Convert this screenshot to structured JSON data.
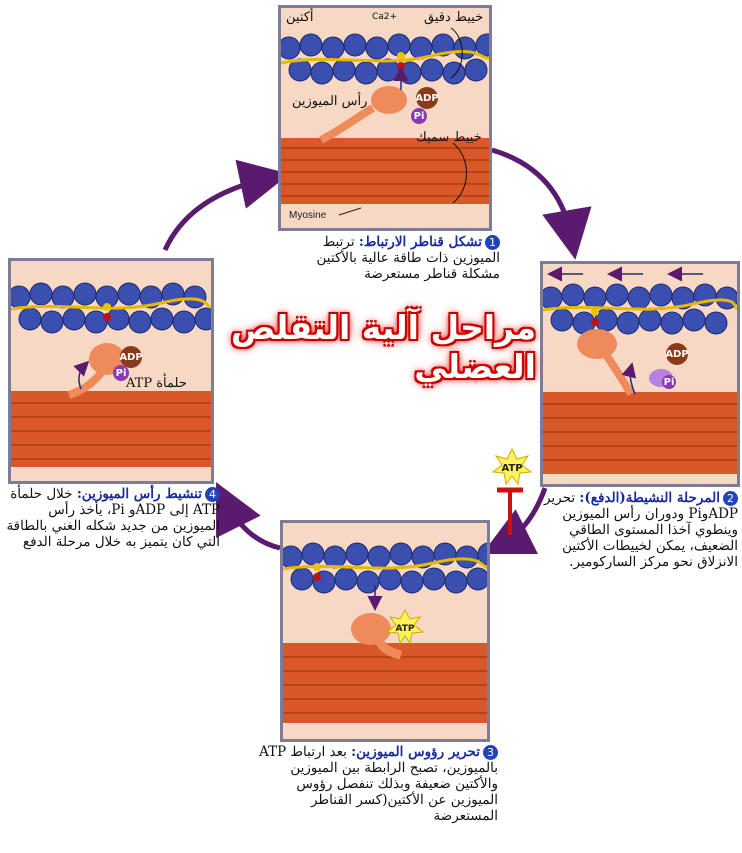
{
  "title": "مراحل آلية التقلص العضلي",
  "labels": {
    "actin": "أكتين",
    "calcium": "Ca2+",
    "thin_filament": "خييط دقيق",
    "myosin_head": "رأس الميوزين",
    "thick_filament": "خييط سميك",
    "myosine": "Myosine",
    "atp_hydrolysis": "حلمأة ATP",
    "adp": "ADP",
    "pi": "Pi",
    "atp": "ATP"
  },
  "steps": [
    {
      "number": "1",
      "title": "تشكل قناطر الارتباط:",
      "text": "ترتبط الميوزين ذات طاقة عالية بالأكتين مشكلة قناطر مستعرضة"
    },
    {
      "number": "2",
      "title": "المرحلة النشيطة(الدفع):",
      "text": "تحرير ADPوPi ودوران رأس الميوزين وينطوي آخذا المستوى الطاقي الضعيف، يمكن لخييطات الأكتين الانزلاق نحو مركز الساركومير."
    },
    {
      "number": "3",
      "title": "تحرير رؤوس الميوزين:",
      "text": "بعد ارتباط ATP بالميوزين، تصبح الرابطة بين الميوزين والأكتين ضعيفة وبذلك تنفصل رؤوس الميوزين عن الأكتين(كسر القناطر المستعرضة"
    },
    {
      "number": "4",
      "title": "تنشيط رأس الميوزين:",
      "text": "خلال حلمأة ATP إلى ADPو Pi، يأخذ رأس الميوزين من جديد شكله الغني بالطاقة التي كان يتميز به خلال مرحلة الدفع"
    }
  ],
  "colors": {
    "arrow": "#5a1a6e",
    "actin_bead": "#3a4fb0",
    "thick_filament": "#d9582a",
    "myosin_head": "#ef8a5a",
    "step_title": "#1a2b9a",
    "title_glow": "#d00000"
  }
}
